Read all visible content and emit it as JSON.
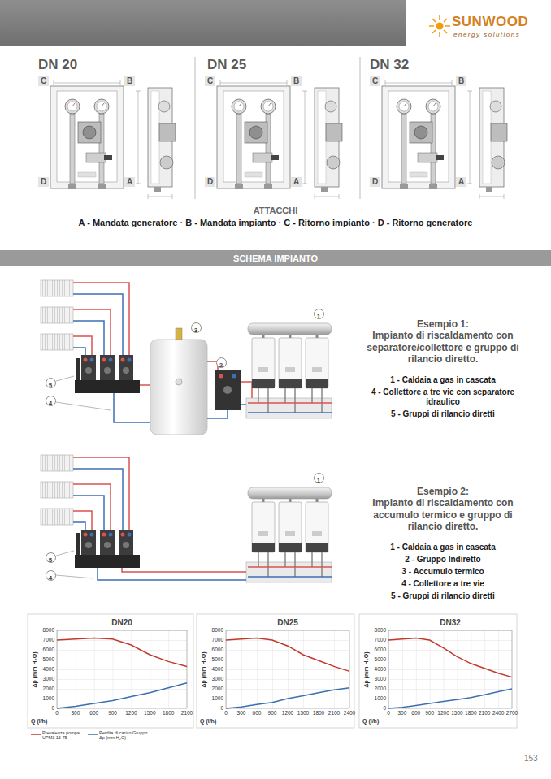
{
  "diagram": {
    "nodes": [
      {
        "text": [
          "SCHEMA IMPIANTO"
        ]
      },
      {
        "text": [
          "1"
        ]
      },
      {
        "text": [
          "2"
        ]
      },
      {
        "text": [
          "3"
        ]
      },
      {
        "text": [
          "4"
        ]
      },
      {
        "text": [
          "5"
        ]
      },
      {
        "text": [
          "1"
        ]
      },
      {
        "text": [
          "5"
        ]
      },
      {
        "text": [
          "4"
        ]
      }
    ],
    "labels": [
      "SUNWOOD",
      "energy solutions",
      "DN 20",
      "DN 25",
      "DN 32",
      "C",
      "B",
      "D",
      "A",
      "C",
      "B",
      "D",
      "A",
      "C",
      "B",
      "D",
      "A",
      "ATTACCHI",
      "A - Mandata generatore · B - Mandata impianto · C - Ritorno impianto · D - Ritorno generatore",
      "Esempio 1:",
      "Impianto di riscaldamento con separatore/collettore e gruppo di rilancio diretto.",
      "1 - Caldaia a gas in cascata",
      "4 - Collettore a tre vie con separatore idraulico",
      "5 - Gruppi di rilancio diretti",
      "Esempio 2:",
      "Impianto di riscaldamento con accumulo termico e gruppo di rilancio diretto.",
      "1 - Caldaia a gas in cascata",
      "2 - Gruppo Indiretto",
      "3 - Accumulo termico",
      "4 - Collettore a tre vie",
      "5 - Gruppi di rilancio diretti",
      "DN20",
      "8000",
      "7000",
      "6000",
      "5000",
      "4000",
      "3000",
      "2000",
      "1000",
      "0",
      "0",
      "300",
      "600",
      "900",
      "1200",
      "1500",
      "1800",
      "2100",
      "Δp (mm H₂O)",
      "Q (l/h)",
      "DN25",
      "8000",
      "7000",
      "6000",
      "5000",
      "4000",
      "3000",
      "2000",
      "1000",
      "0",
      "0",
      "300",
      "600",
      "900",
      "1200",
      "1500",
      "1800",
      "2100",
      "2400",
      "Δp (mm H₂O)",
      "Q (l/h)",
      "DN32",
      "8000",
      "7000",
      "6000",
      "5000",
      "4000",
      "3000",
      "2000",
      "1000",
      "0",
      "0",
      "300",
      "600",
      "900",
      "1200",
      "1500",
      "1800",
      "2100",
      "2400",
      "2700",
      "Δp (mm H₂O)",
      "Q (l/h)",
      "153"
    ],
    "legend": [
      {
        "text": "Prevalenza pompa UPM3 15-75"
      },
      {
        "text": "Perdita di carico Gruppo Δp (mm H₂O)"
      }
    ]
  }
}
